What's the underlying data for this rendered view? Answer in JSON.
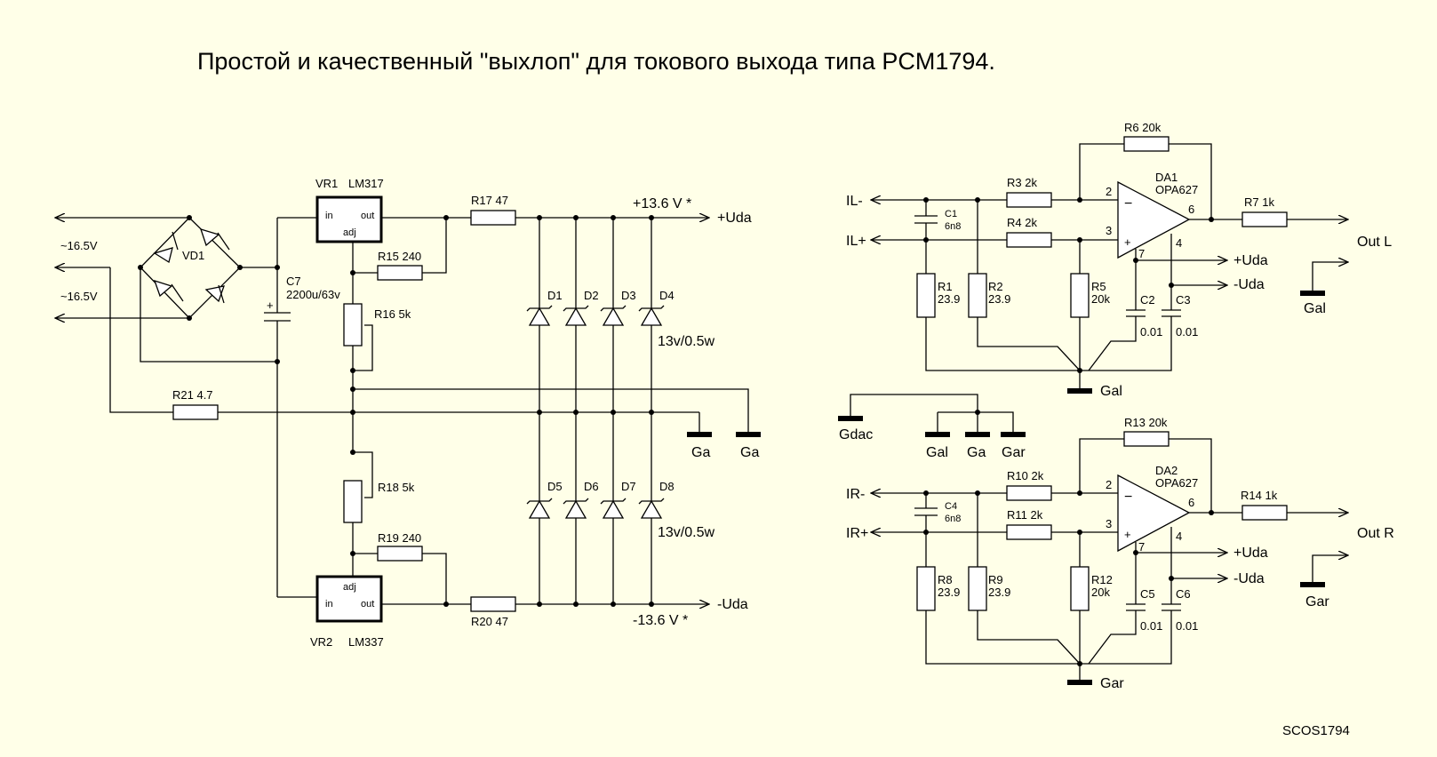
{
  "title": "Простой и качественный \"выхлоп\" для токового выхода типа PCM1794.",
  "signature": "SCOS1794",
  "power": {
    "ac_in_1": "~16.5V",
    "ac_in_2": "~16.5V",
    "bridge": "VD1",
    "c7_name": "C7",
    "c7_value": "2200u/63v",
    "plus_sign": "+",
    "vr1_name": "VR1",
    "vr1_part": "LM317",
    "vr2_name": "VR2",
    "vr2_part": "LM337",
    "vr_in": "in",
    "vr_out": "out",
    "vr_adj": "adj",
    "r15": "R15  240",
    "r16": "R16  5k",
    "r17": "R17 47",
    "r18": "R18  5k",
    "r19": "R19  240",
    "r20": "R20 47",
    "r21": "R21 4.7",
    "v_pos": "+13.6 V *",
    "v_neg": "-13.6 V *",
    "rail_pos": "+Uda",
    "rail_neg": "-Uda",
    "zener_top": [
      "D1",
      "D2",
      "D3",
      "D4"
    ],
    "zener_bottom": [
      "D5",
      "D6",
      "D7",
      "D8"
    ],
    "zener_rating_top": "13v/0.5w",
    "zener_rating_bottom": "13v/0.5w",
    "gnd_1": "Ga",
    "gnd_2": "Ga"
  },
  "ground_hub": {
    "gdac": "Gdac",
    "gal": "Gal",
    "ga": "Ga",
    "gar": "Gar"
  },
  "channels": [
    {
      "in_minus": "IL-",
      "in_plus": "IL+",
      "c_in_name": "C1",
      "c_in_value": "6n8",
      "r_in1": "R3 2k",
      "r_in2": "R4 2k",
      "r_fb": "R6 20k",
      "r_out": "R7  1k",
      "opamp_name": "DA1",
      "opamp_part": "OPA627",
      "pin2": "2",
      "pin3": "3",
      "pin6": "6",
      "pin7": "7",
      "pin4": "4",
      "sign_minus": "−",
      "sign_plus": "+",
      "ra_name": "R1",
      "ra_value": "23.9",
      "rb_name": "R2",
      "rb_value": "23.9",
      "rc_name": "R5",
      "rc_value": "20k",
      "cp_name": "C2",
      "cp_value": "0.01",
      "cn_name": "C3",
      "cn_value": "0.01",
      "supply_pos": "+Uda",
      "supply_neg": "-Uda",
      "output": "Out L",
      "gnd_star": "Gal",
      "gnd_out": "Gal"
    },
    {
      "in_minus": "IR-",
      "in_plus": "IR+",
      "c_in_name": "C4",
      "c_in_value": "6n8",
      "r_in1": "R10 2k",
      "r_in2": "R11 2k",
      "r_fb": "R13 20k",
      "r_out": "R14  1k",
      "opamp_name": "DA2",
      "opamp_part": "OPA627",
      "pin2": "2",
      "pin3": "3",
      "pin6": "6",
      "pin7": "7",
      "pin4": "4",
      "sign_minus": "−",
      "sign_plus": "+",
      "ra_name": "R8",
      "ra_value": "23.9",
      "rb_name": "R9",
      "rb_value": "23.9",
      "rc_name": "R12",
      "rc_value": "20k",
      "cp_name": "C5",
      "cp_value": "0.01",
      "cn_name": "C6",
      "cn_value": "0.01",
      "supply_pos": "+Uda",
      "supply_neg": "-Uda",
      "output": "Out R",
      "gnd_star": "Gar",
      "gnd_out": "Gar"
    }
  ]
}
